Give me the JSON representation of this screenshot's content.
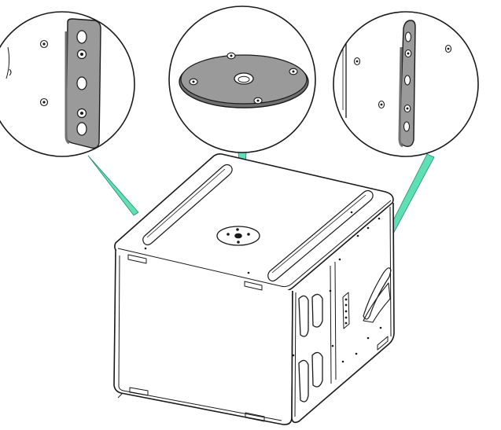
{
  "figure": {
    "subject": "subwoofer-cabinet-with-rigging-details",
    "colors": {
      "outline": "#1a1a1a",
      "callout_leader": "#5fe0b4",
      "plate_fill": "#9a9a9a",
      "plate_dark": "#707070",
      "background": "#ffffff"
    },
    "callouts": [
      {
        "id": "left-detail",
        "icon": "side-rigging-plate-closeup"
      },
      {
        "id": "top-detail",
        "icon": "pole-mount-flange-closeup"
      },
      {
        "id": "right-detail",
        "icon": "rear-rigging-plate-closeup"
      }
    ]
  }
}
